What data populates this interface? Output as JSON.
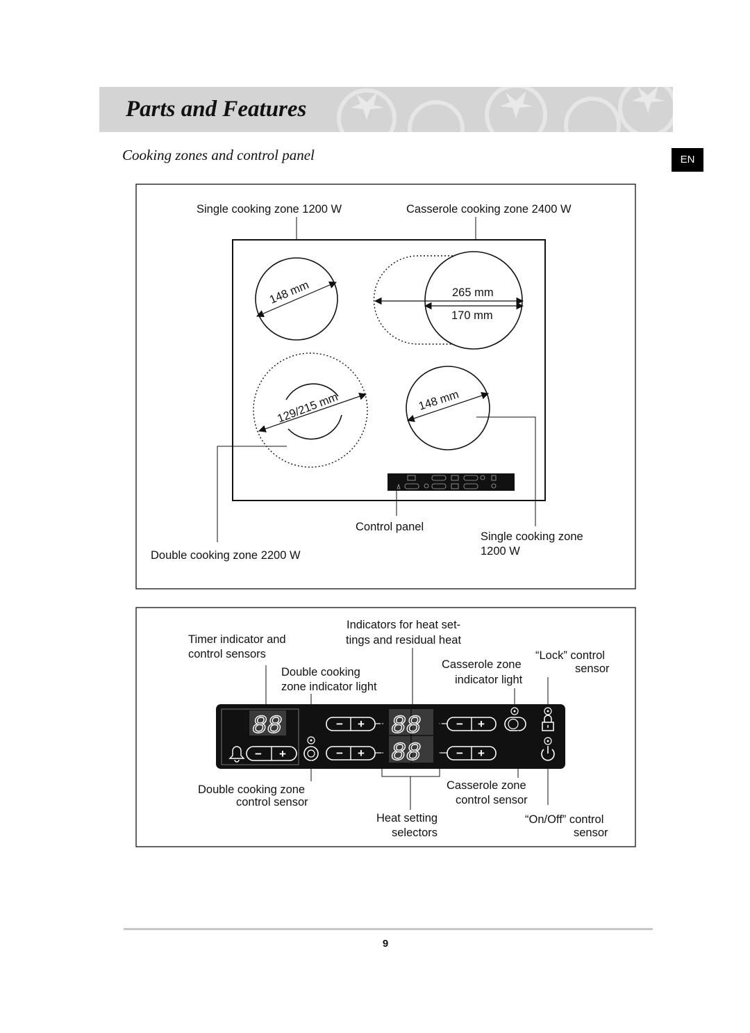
{
  "header": {
    "title": "Parts and Features",
    "subtitle": "Cooking zones and control panel",
    "language_tag": "EN"
  },
  "hob_diagram": {
    "labels": {
      "single_zone_top": "Single cooking zone 1200 W",
      "casserole_zone": "Casserole cooking zone 2400 W",
      "control_panel": "Control panel",
      "single_zone_bottom_line1": "Single cooking zone",
      "single_zone_bottom_line2": "1200 W",
      "double_zone": "Double cooking zone 2200 W"
    },
    "dimensions": {
      "top_left_diameter": "148 mm",
      "casserole_outer": "265 mm",
      "casserole_inner": "170 mm",
      "double_zone_diameter": "129/215 mm",
      "bottom_right_diameter": "148 mm"
    }
  },
  "panel_diagram": {
    "labels": {
      "timer_line1": "Timer indicator and",
      "timer_line2": "control sensors",
      "heat_ind_line1": "Indicators for heat set-",
      "heat_ind_line2": "tings and residual heat",
      "double_light_line1": "Double cooking",
      "double_light_line2": "zone indicator light",
      "casserole_light_line1": "Casserole zone",
      "casserole_light_line2": "indicator light",
      "lock_line1": "“Lock” control",
      "lock_line2": "sensor",
      "double_sensor_line1": "Double cooking zone",
      "double_sensor_line2": "control sensor",
      "heat_sel_line1": "Heat setting",
      "heat_sel_line2": "selectors",
      "casserole_sensor_line1": "Casserole zone",
      "casserole_sensor_line2": "control sensor",
      "onoff_line1": "“On/Off” control",
      "onoff_line2": "sensor"
    },
    "display_digits": "88",
    "minus_symbol": "−",
    "plus_symbol": "+"
  },
  "footer": {
    "page_number": "9"
  }
}
